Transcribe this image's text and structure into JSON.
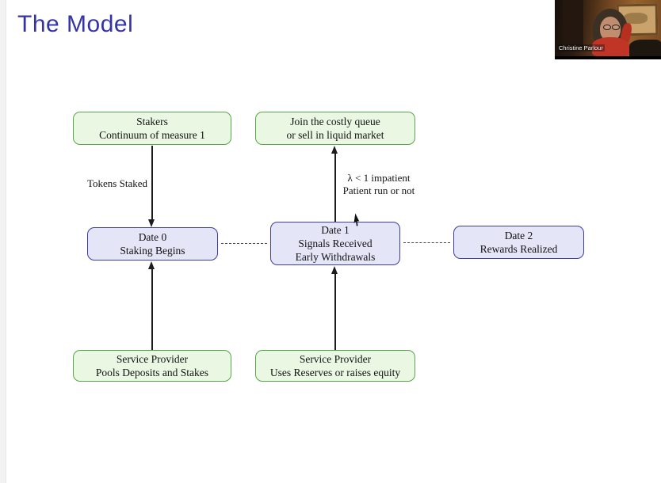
{
  "title": {
    "text": "The Model",
    "color": "#3533a8"
  },
  "webcam": {
    "name_label": "Christine Parlour"
  },
  "diagram": {
    "colors": {
      "green_fill": "#e9f7e3",
      "green_border": "#57a748",
      "purple_fill": "#e5e5f8",
      "purple_border": "#3d3d9e",
      "arrow": "#1c1c1c",
      "dashed_line": "#4a4a4a"
    },
    "boxes": {
      "stakers": {
        "style": "green",
        "lines": [
          "Stakers",
          "Continuum of measure 1"
        ]
      },
      "join_queue": {
        "style": "green",
        "lines": [
          "Join the costly queue",
          "or sell in liquid market"
        ]
      },
      "date0": {
        "style": "purple",
        "lines": [
          "Date 0",
          "Staking Begins"
        ]
      },
      "date1": {
        "style": "purple",
        "lines": [
          "Date 1",
          "Signals Received",
          "Early Withdrawals"
        ]
      },
      "date2": {
        "style": "purple",
        "lines": [
          "Date 2",
          "Rewards Realized"
        ]
      },
      "sp_left": {
        "style": "green",
        "lines": [
          "Service Provider",
          "Pools Deposits and Stakes"
        ]
      },
      "sp_right": {
        "style": "green",
        "lines": [
          "Service Provider",
          "Uses Reserves or raises equity"
        ]
      }
    },
    "edge_labels": {
      "tokens_staked": {
        "lines": [
          "Tokens Staked"
        ]
      },
      "lambda": {
        "lines": [
          "λ < 1 impatient",
          "Patient run or not"
        ]
      }
    },
    "edges": [
      {
        "from": "stakers",
        "to": "date0",
        "type": "arrow",
        "direction": "down",
        "label": "Tokens Staked"
      },
      {
        "from": "date1",
        "to": "join_queue",
        "type": "arrow",
        "direction": "up",
        "label": "λ < 1 impatient / Patient run or not"
      },
      {
        "from": "sp_left",
        "to": "date0",
        "type": "arrow",
        "direction": "up"
      },
      {
        "from": "sp_right",
        "to": "date1",
        "type": "arrow",
        "direction": "up"
      },
      {
        "from": "date0",
        "to": "date1",
        "type": "dashed"
      },
      {
        "from": "date1",
        "to": "date2",
        "type": "dashed"
      }
    ]
  }
}
